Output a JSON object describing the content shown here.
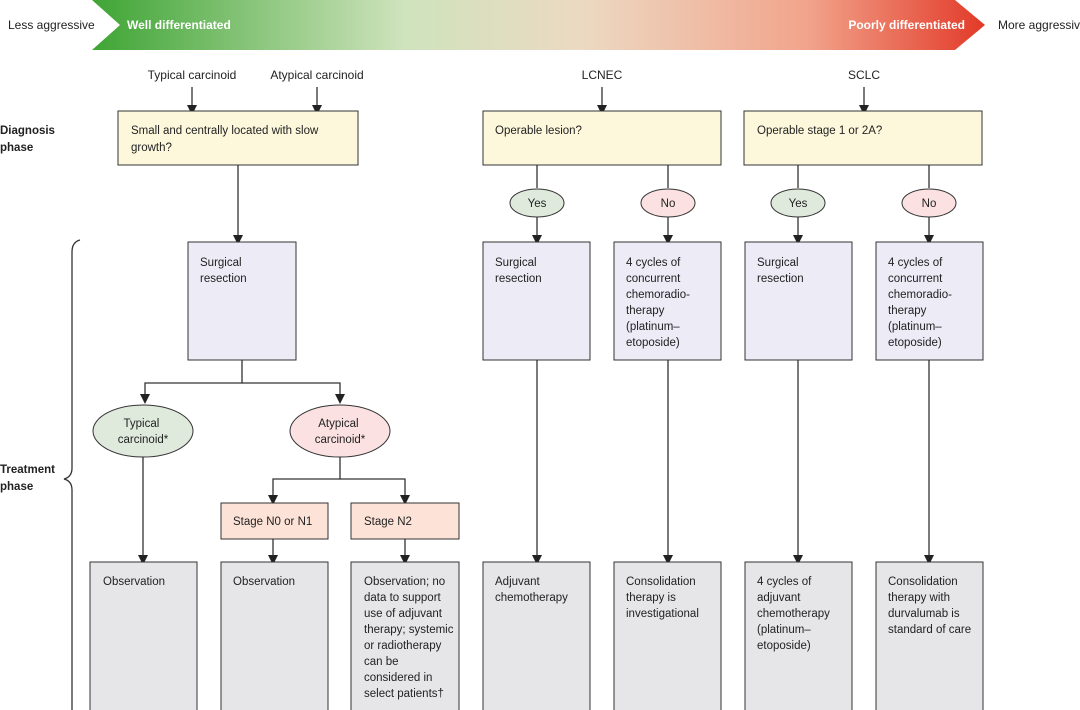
{
  "scale": {
    "left_label": "Less aggressive",
    "right_label": "More aggressive",
    "well_label": "Well differentiated",
    "poor_label": "Poorly differentiated"
  },
  "tumours": {
    "typical": "Typical carcinoid",
    "atypical": "Atypical carcinoid",
    "lcnec": "LCNEC",
    "sclc": "SCLC"
  },
  "phases": {
    "diagnosis": [
      "Diagnosis",
      "phase"
    ],
    "treatment": [
      "Treatment",
      "phase"
    ]
  },
  "diagnosis": {
    "carcinoid": [
      "Small and centrally located with slow",
      "growth?"
    ],
    "lcnec": [
      "Operable lesion?"
    ],
    "sclc": [
      "Operable stage 1 or 2A?"
    ]
  },
  "answers": {
    "yes": "Yes",
    "no": "No"
  },
  "treatment": {
    "carcinoid_surgery": [
      "Surgical",
      "resection"
    ],
    "typical_oval": [
      "Typical",
      "carcinoid*"
    ],
    "atypical_oval": [
      "Atypical",
      "carcinoid*"
    ],
    "stage_n0n1": "Stage N0 or N1",
    "stage_n2": "Stage N2",
    "lcnec_surgery": [
      "Surgical",
      "resection"
    ],
    "lcnec_chemo": [
      "4 cycles of",
      "concurrent",
      "chemoradio-",
      "therapy",
      "(platinum–",
      "etoposide)"
    ],
    "sclc_surgery": [
      "Surgical",
      "resection"
    ],
    "sclc_chemo": [
      "4 cycles of",
      "concurrent",
      "chemoradio-",
      "therapy",
      "(platinum–",
      "etoposide)"
    ]
  },
  "outcomes": {
    "typical_obs": [
      "Observation"
    ],
    "n0n1_obs": [
      "Observation"
    ],
    "n2_obs": [
      "Observation; no",
      "data to support",
      "use of adjuvant",
      "therapy; systemic",
      "or radiotherapy",
      "can be",
      "considered in",
      "select patients†"
    ],
    "lcnec_adjuvant": [
      "Adjuvant",
      "chemotherapy"
    ],
    "lcnec_consolidation": [
      "Consolidation",
      "therapy is",
      "investigational"
    ],
    "sclc_adjuvant": [
      "4 cycles of",
      "adjuvant",
      "chemotherapy",
      "(platinum–",
      "etoposide)"
    ],
    "sclc_consolidation": [
      "Consolidation",
      "therapy with",
      "durvalumab is",
      "standard of care"
    ]
  },
  "colors": {
    "well": "#4caf3a",
    "mid": "#e8dcc0",
    "poor": "#e0392a"
  }
}
